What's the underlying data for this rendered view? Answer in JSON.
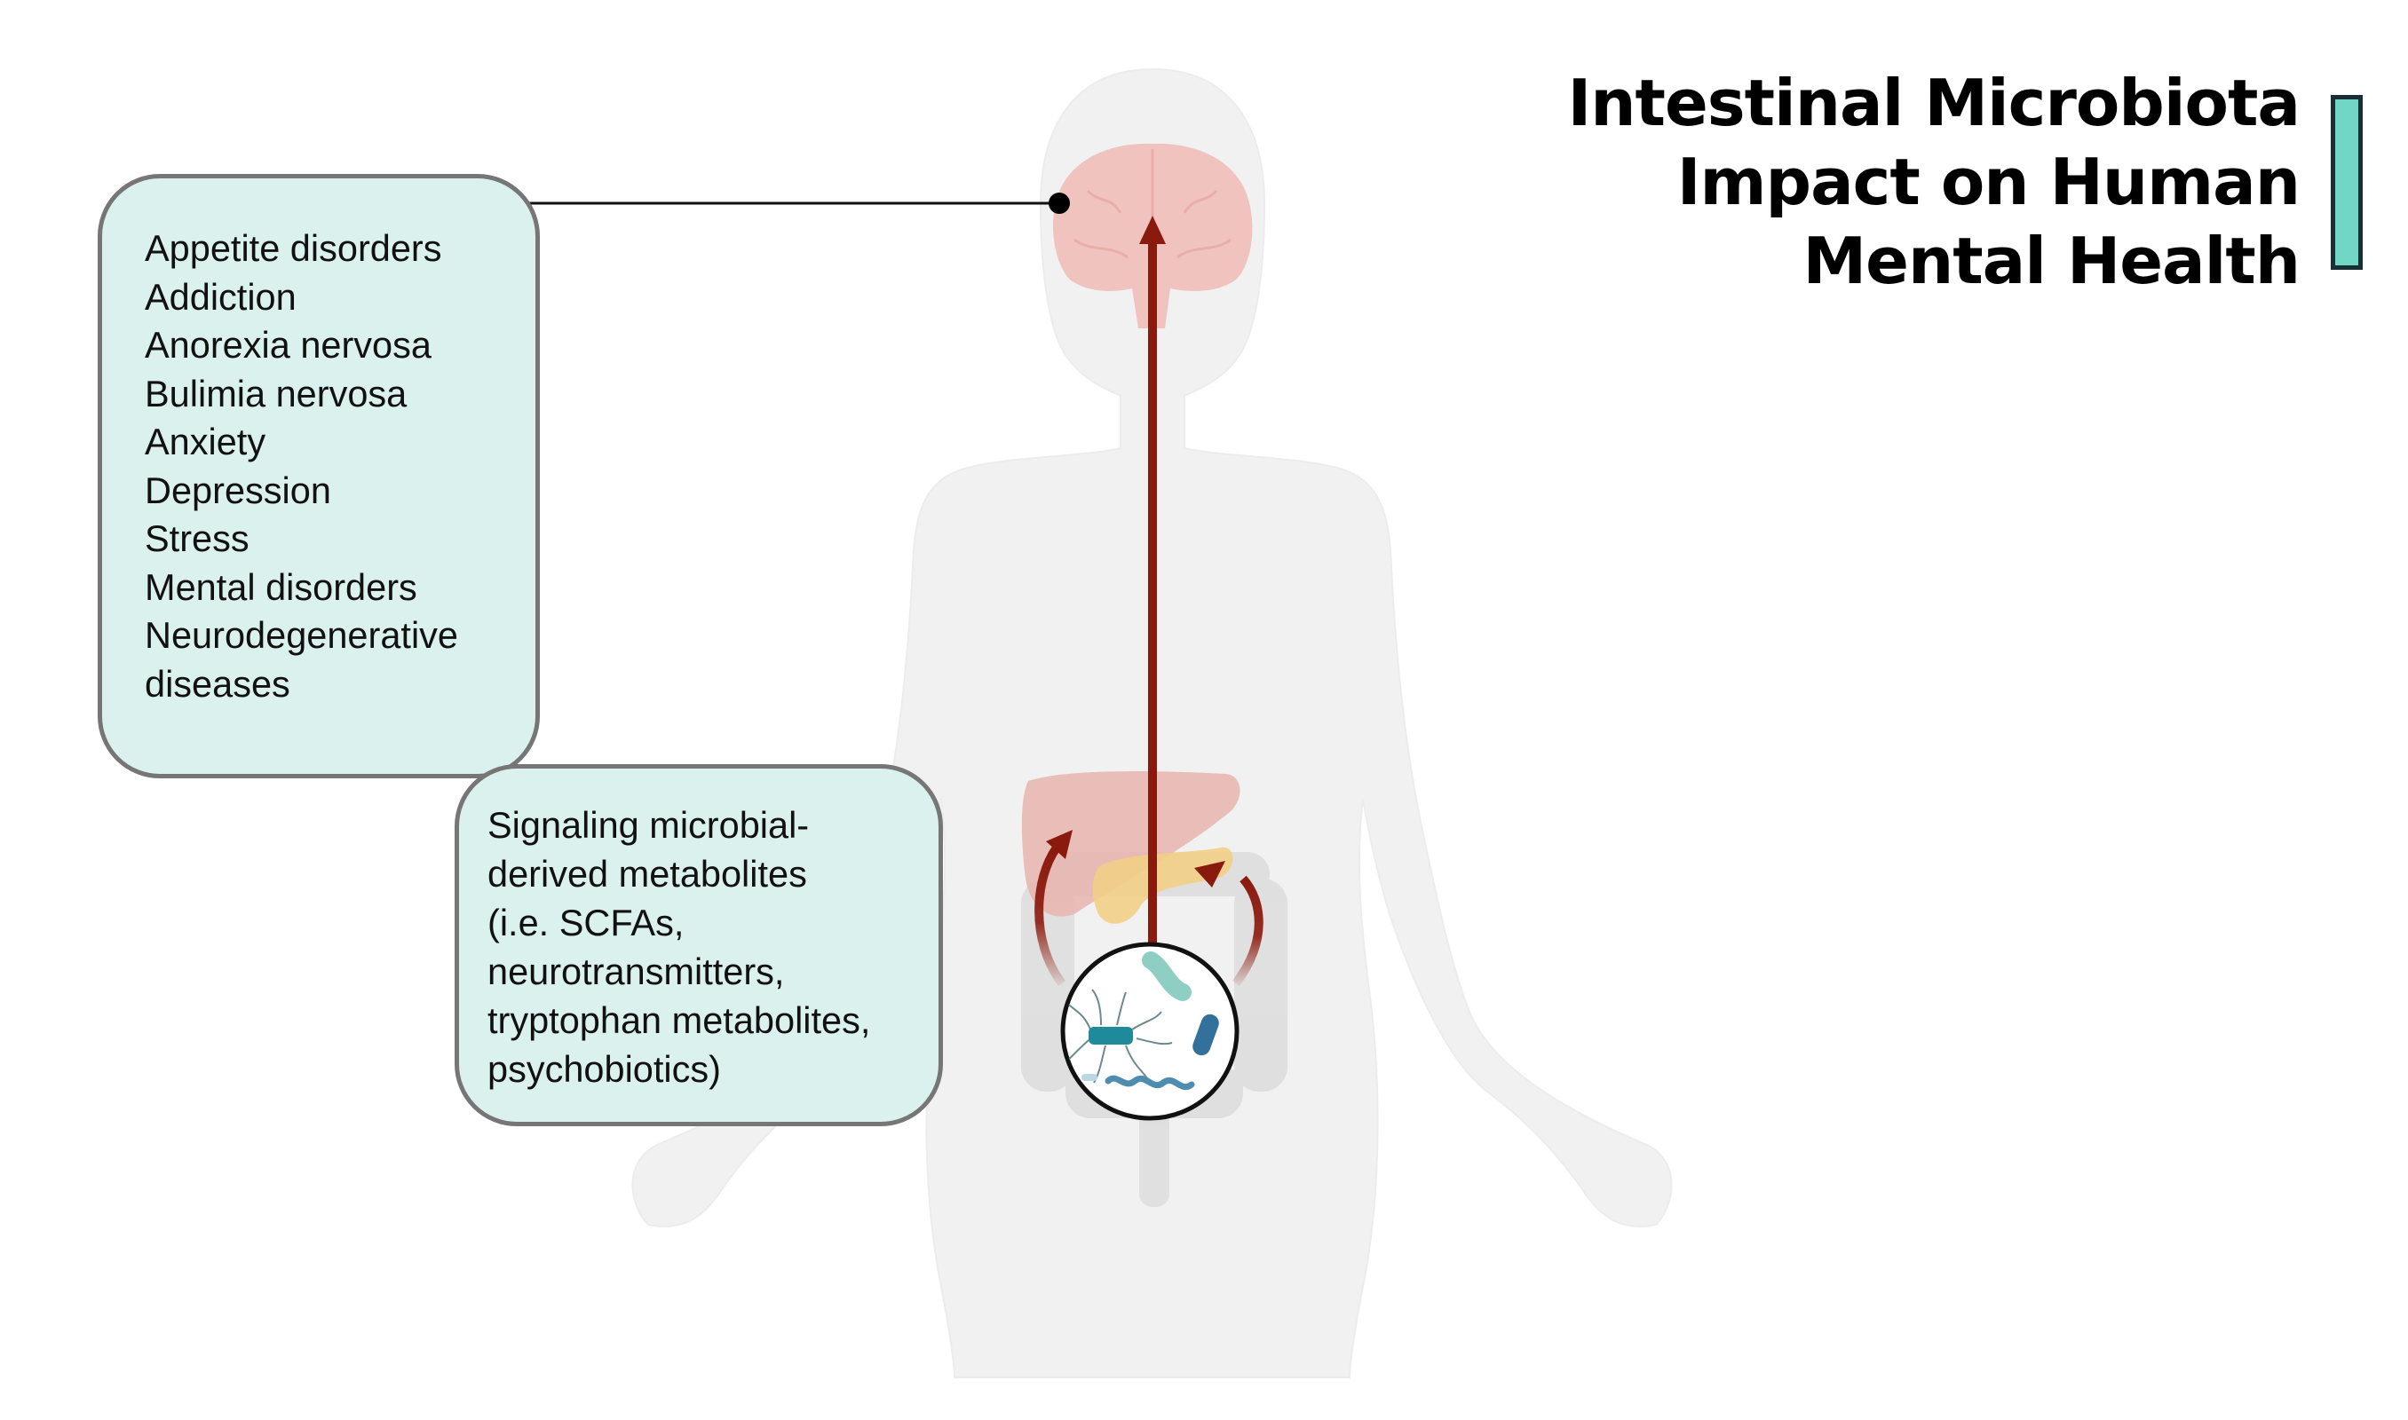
{
  "title": {
    "lines": [
      "Intestinal Microbiota",
      "Impact on Human",
      "Mental Health"
    ]
  },
  "colors": {
    "callout_fill": "#dbf1ee",
    "callout_border": "#767676",
    "arrow": "#8b1a0e",
    "accent_bar_fill": "#72d6c6",
    "accent_bar_border": "#1a2e36",
    "body_silhouette": "#f0f0f0",
    "brain": "#f1c4c0",
    "liver": "#e9b5b0",
    "pancreas": "#f3d38e",
    "intestine": "#dcdcdc"
  },
  "disorders_callout": {
    "items": [
      "Appetite disorders",
      "Addiction",
      "Anorexia nervosa",
      "Bulimia nervosa",
      "Anxiety",
      "Depression",
      "Stress",
      "Mental disorders",
      "Neurodegenerative",
      "diseases"
    ]
  },
  "metabolites_callout": {
    "lines": [
      "Signaling microbial-",
      "derived metabolites",
      "(i.e. SCFAs,",
      "neurotransmitters,",
      "tryptophan metabolites,",
      "psychobiotics)"
    ]
  },
  "icons": {
    "brain": "brain-icon",
    "liver": "liver-icon",
    "pancreas": "pancreas-icon",
    "intestine": "intestine-icon",
    "microbiota": "bacteria-magnifier-icon",
    "gut_brain_arrow": "arrow-up-icon",
    "curved_arrows": "curved-arrow-icon"
  }
}
